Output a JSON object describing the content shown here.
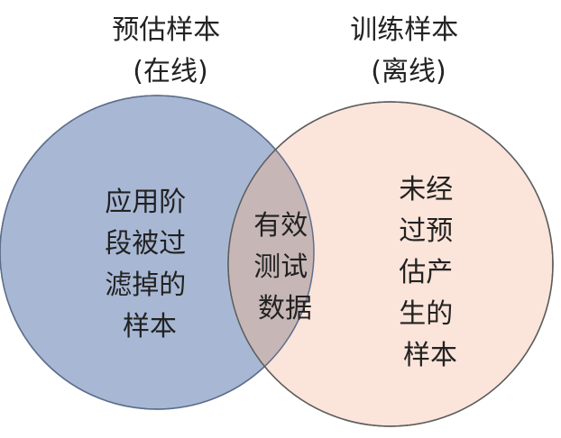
{
  "left_set": {
    "title": [
      "预估样本",
      "(在线)"
    ],
    "label": [
      "应用阶",
      "段被过",
      "滤掉的",
      "样本"
    ],
    "fill": "#a8b8d4",
    "stroke": "#5e6f8c"
  },
  "right_set": {
    "title": [
      "训练样本",
      "(离线)"
    ],
    "label": [
      "未经",
      "过预",
      "估产",
      "生的",
      "样本"
    ],
    "fill": "#fbe4da",
    "stroke": "#5e5e5e"
  },
  "intersection": {
    "label": [
      "有效",
      "测试",
      "数据"
    ],
    "fill": "#c7b6b6"
  }
}
